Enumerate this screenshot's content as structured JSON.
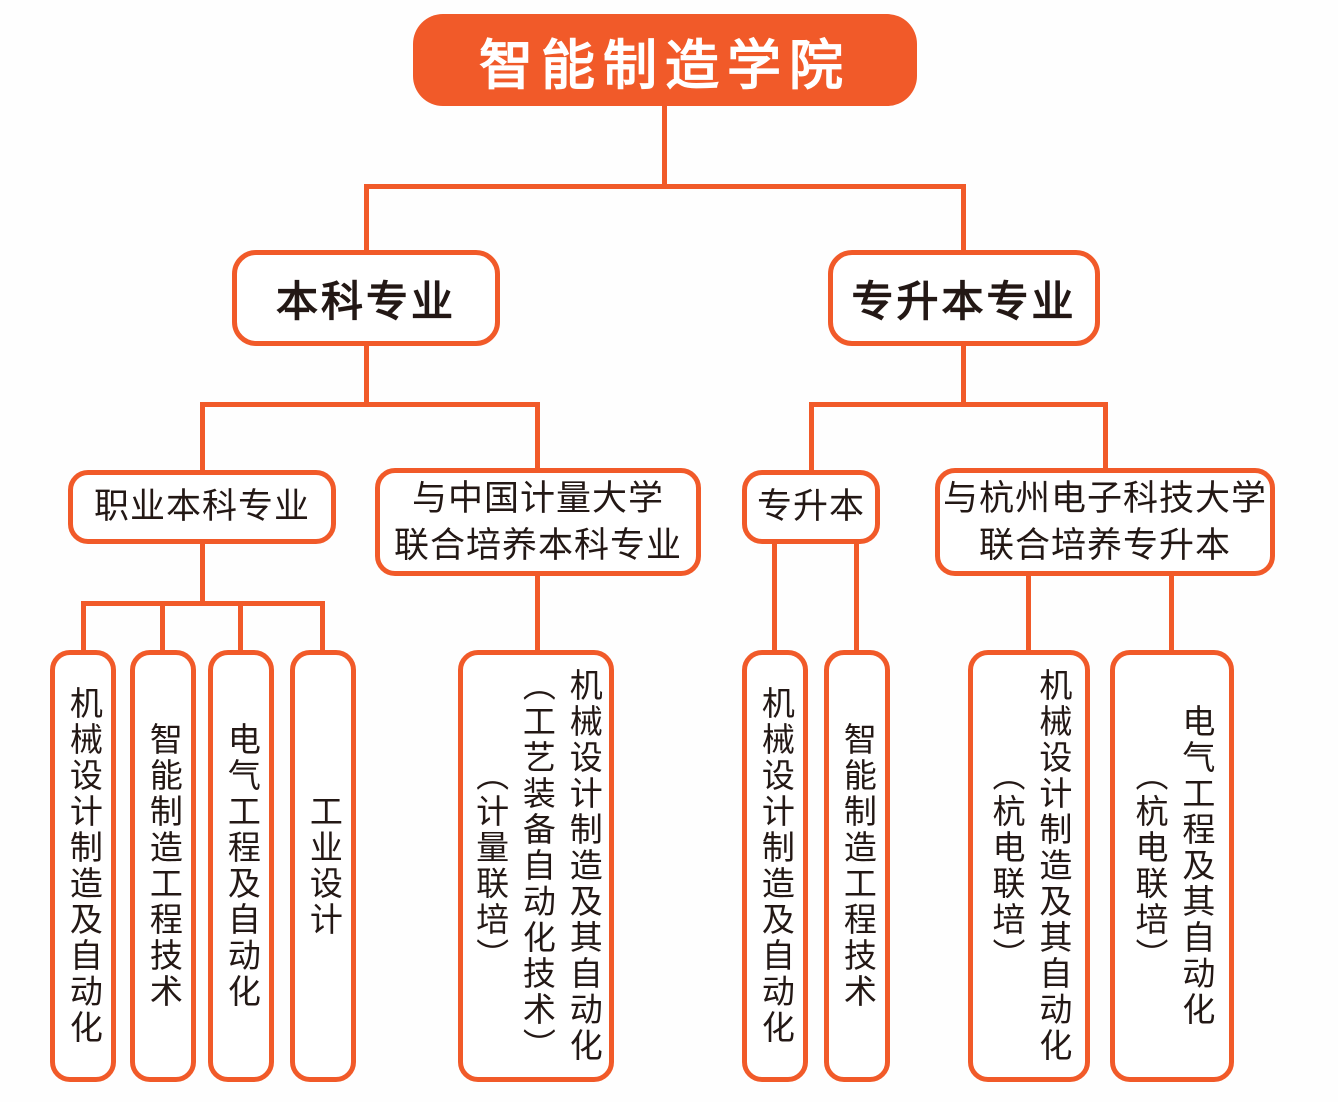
{
  "palette": {
    "orange": "#f15a29",
    "ink": "#231815",
    "box_bg": "#ffffff"
  },
  "org": {
    "root": "智能制造学院",
    "undergrad": {
      "label": "本科专业",
      "vocational": {
        "label": "职业本科专业",
        "majors": [
          "机械设计制造及自动化",
          "智能制造工程技术",
          "电气工程及自动化",
          "工业设计"
        ]
      },
      "joint_cjlu": {
        "label": "与中国计量大学\n联合培养本科专业",
        "majors": [
          "机械设计制造及其自动化\n（工艺装备自动化技术）\n（计量联培）"
        ]
      }
    },
    "upgrade": {
      "label": "专升本专业",
      "zsb": {
        "label": "专升本",
        "majors": [
          "机械设计制造及自动化",
          "智能制造工程技术"
        ]
      },
      "joint_hdu": {
        "label": "与杭州电子科技大学\n联合培养专升本",
        "majors": [
          "机械设计制造及其自动化\n（杭电联培）",
          "电气工程及其自动化\n（杭电联培）"
        ]
      }
    }
  }
}
